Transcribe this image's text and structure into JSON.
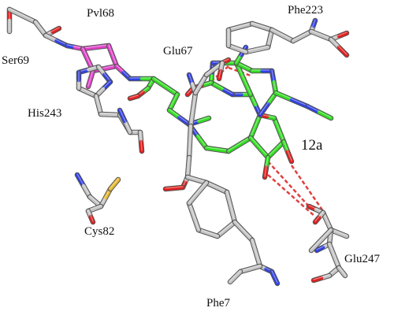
{
  "labels": {
    "pvl68": "Pvl68",
    "phe223": "Phe223",
    "ser69": "Ser69",
    "glu67": "Glu67",
    "his243": "His243",
    "ligand": "12a",
    "cys82": "Cys82",
    "glu247": "Glu247",
    "phe7": "Phe7"
  },
  "colors": {
    "carbon_protein": "#c4c4c4",
    "carbon_ligand": "#33dd22",
    "carbon_pvl": "#e040c8",
    "nitrogen": "#3040e0",
    "oxygen": "#e02020",
    "sulfur": "#e6b830",
    "hbond": "#e04040"
  }
}
